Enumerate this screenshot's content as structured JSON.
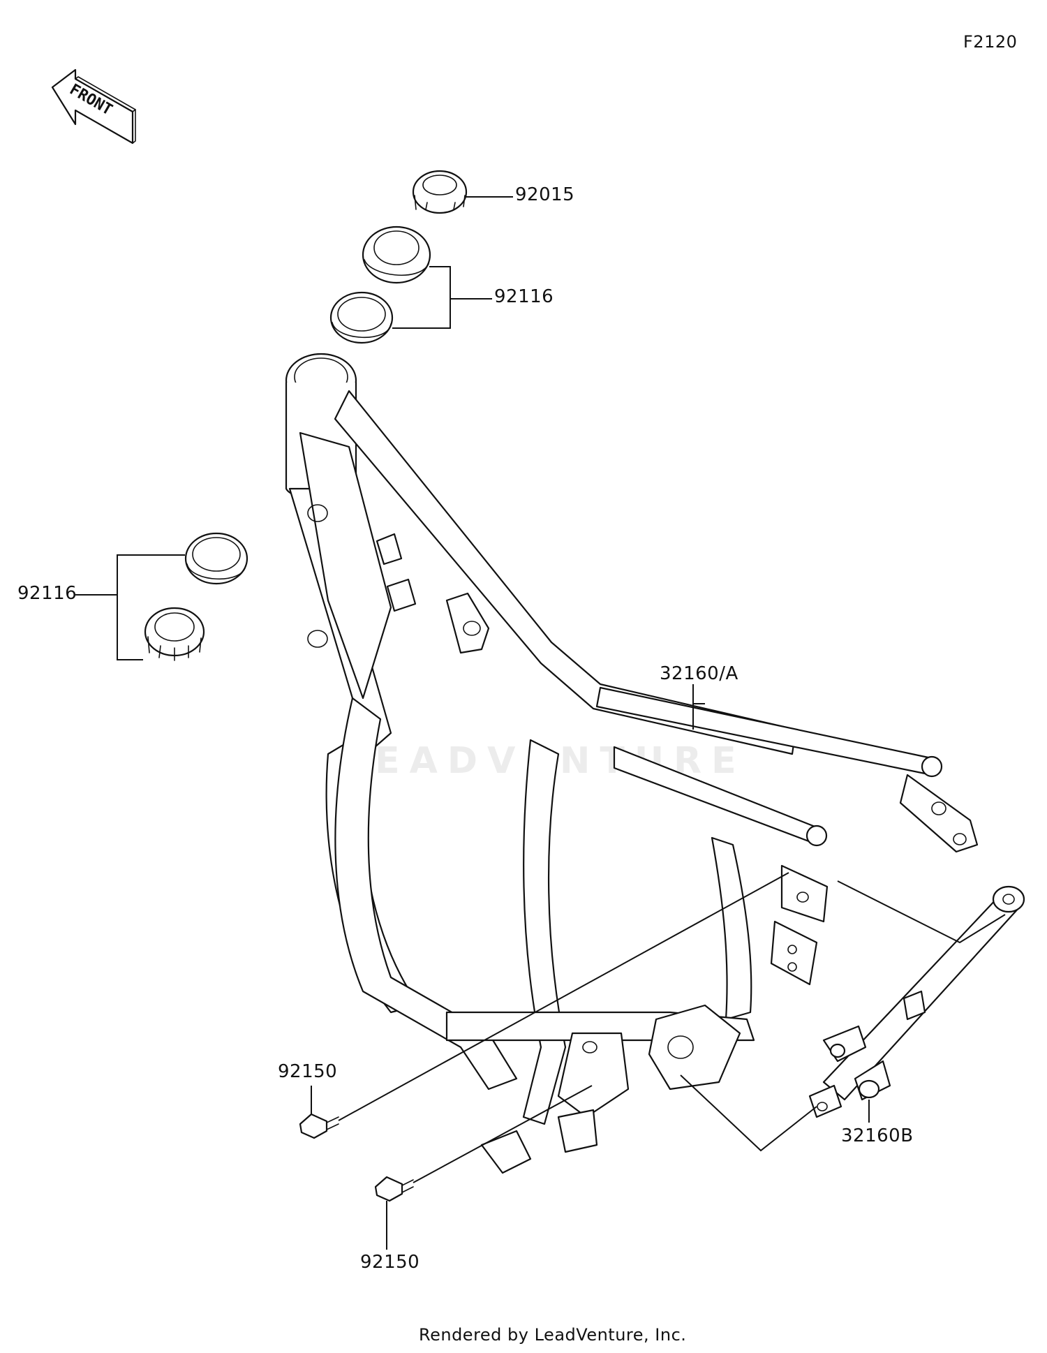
{
  "diagram_code": "F2120",
  "front_arrow_text": "FRONT",
  "watermark_text": "LEADVENTURE",
  "footer": "Rendered by LeadVenture, Inc.",
  "callouts": [
    {
      "id": "c-92015",
      "part_no": "92015",
      "part": "steering-stem-nut"
    },
    {
      "id": "c-92116-top",
      "part_no": "92116",
      "part": "upper-bearing-and-race"
    },
    {
      "id": "c-92116-left",
      "part_no": "92116",
      "part": "lower-bearing-and-race"
    },
    {
      "id": "c-32160A",
      "part_no": "32160/A",
      "part": "main-frame"
    },
    {
      "id": "c-92150-a",
      "part_no": "92150",
      "part": "bolt"
    },
    {
      "id": "c-92150-b",
      "part_no": "92150",
      "part": "bolt"
    },
    {
      "id": "c-32160B",
      "part_no": "32160B",
      "part": "lower-frame-rail"
    }
  ]
}
